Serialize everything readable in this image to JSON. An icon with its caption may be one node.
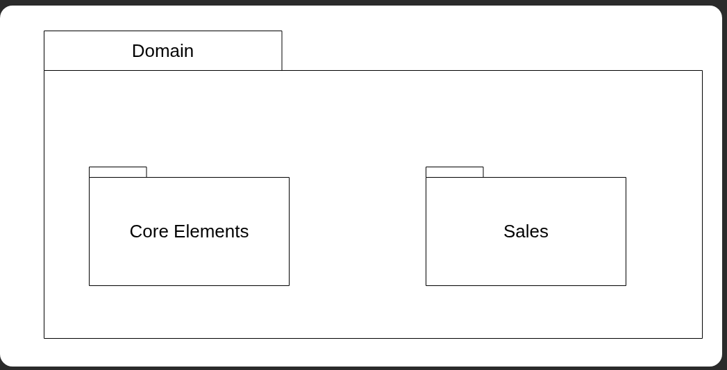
{
  "diagram": {
    "nodes": [
      {
        "text": [
          "Domain"
        ]
      },
      {
        "text": [
          "Core Elements"
        ],
        "in": 0
      },
      {
        "text": [
          "Sales"
        ],
        "in": 0
      }
    ]
  }
}
